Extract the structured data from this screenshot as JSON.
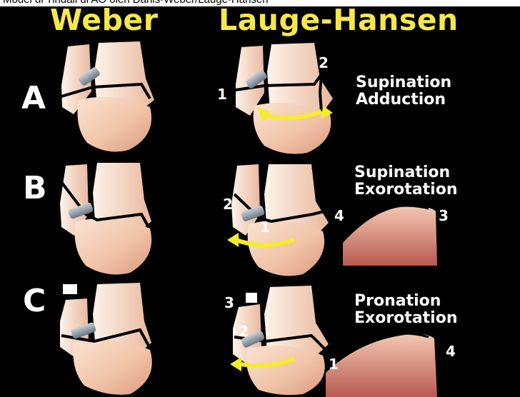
{
  "caption": "Model di Tindall di AO oleh Danis-Weber/Lauge-Hansen",
  "headers": {
    "weber": "Weber",
    "lauge_hansen": "Lauge-Hansen"
  },
  "rows": [
    {
      "letter": "A",
      "line1": "Supination",
      "line2": "Adduction"
    },
    {
      "letter": "B",
      "line1": "Supination",
      "line2": "Exorotation"
    },
    {
      "letter": "C",
      "line1": "Pronation",
      "line2": "Exorotation"
    }
  ],
  "stage_numbers": {
    "a": [
      "1",
      "2"
    ],
    "b": [
      "1",
      "2",
      "3",
      "4"
    ],
    "c": [
      "1",
      "2",
      "3",
      "4"
    ]
  },
  "colors": {
    "background": "#000000",
    "header_text": "#f6e84a",
    "bone": "#f1c4a8",
    "arrow": "#f5ec2a",
    "screw": "#8c96a3"
  }
}
